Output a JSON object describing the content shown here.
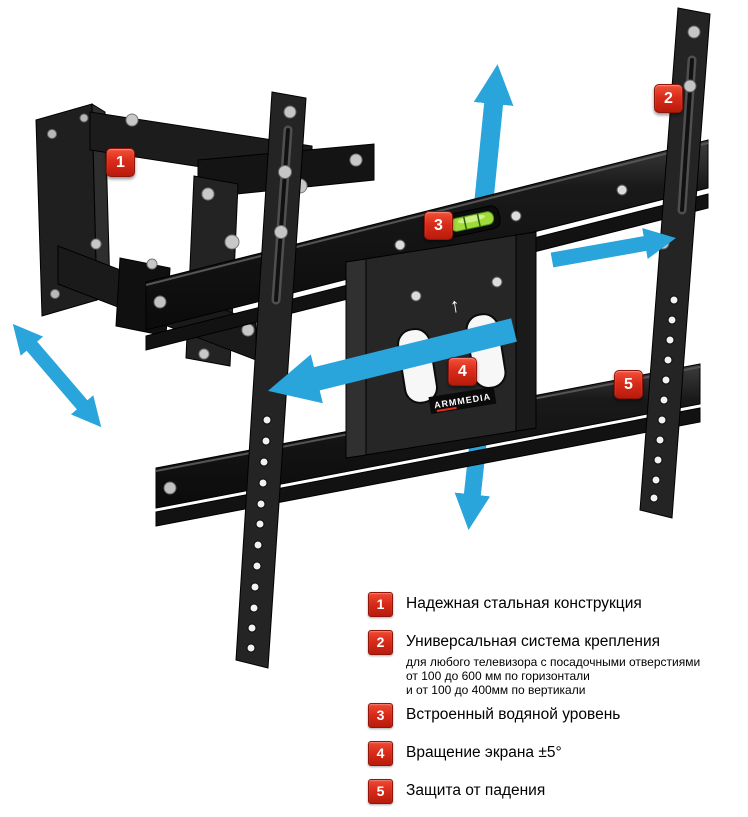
{
  "callouts": [
    {
      "n": "1"
    },
    {
      "n": "2"
    },
    {
      "n": "3"
    },
    {
      "n": "4"
    },
    {
      "n": "5"
    }
  ],
  "legend": [
    {
      "n": "1",
      "title": "Надежная стальная конструкция"
    },
    {
      "n": "2",
      "title": "Универсальная система крепления",
      "details": [
        "для любого телевизора с посадочными отверстиями",
        "от 100 до 600 мм по горизонтали",
        "и от 100 до 400мм по вертикали"
      ]
    },
    {
      "n": "3",
      "title": "Встроенный водяной уровень"
    },
    {
      "n": "4",
      "title": "Вращение экрана ±5°"
    },
    {
      "n": "5",
      "title": "Защита от падения"
    }
  ],
  "brand": {
    "logo": "ARMMEDIA"
  },
  "markings": {
    "center_arrow": "↑"
  },
  "colors": {
    "badge_red": "#d92c1a",
    "arrow_blue": "#29a5dc",
    "mount_black": "#1d1d1d",
    "level_green": "#9fdc3a",
    "background": "#ffffff"
  }
}
